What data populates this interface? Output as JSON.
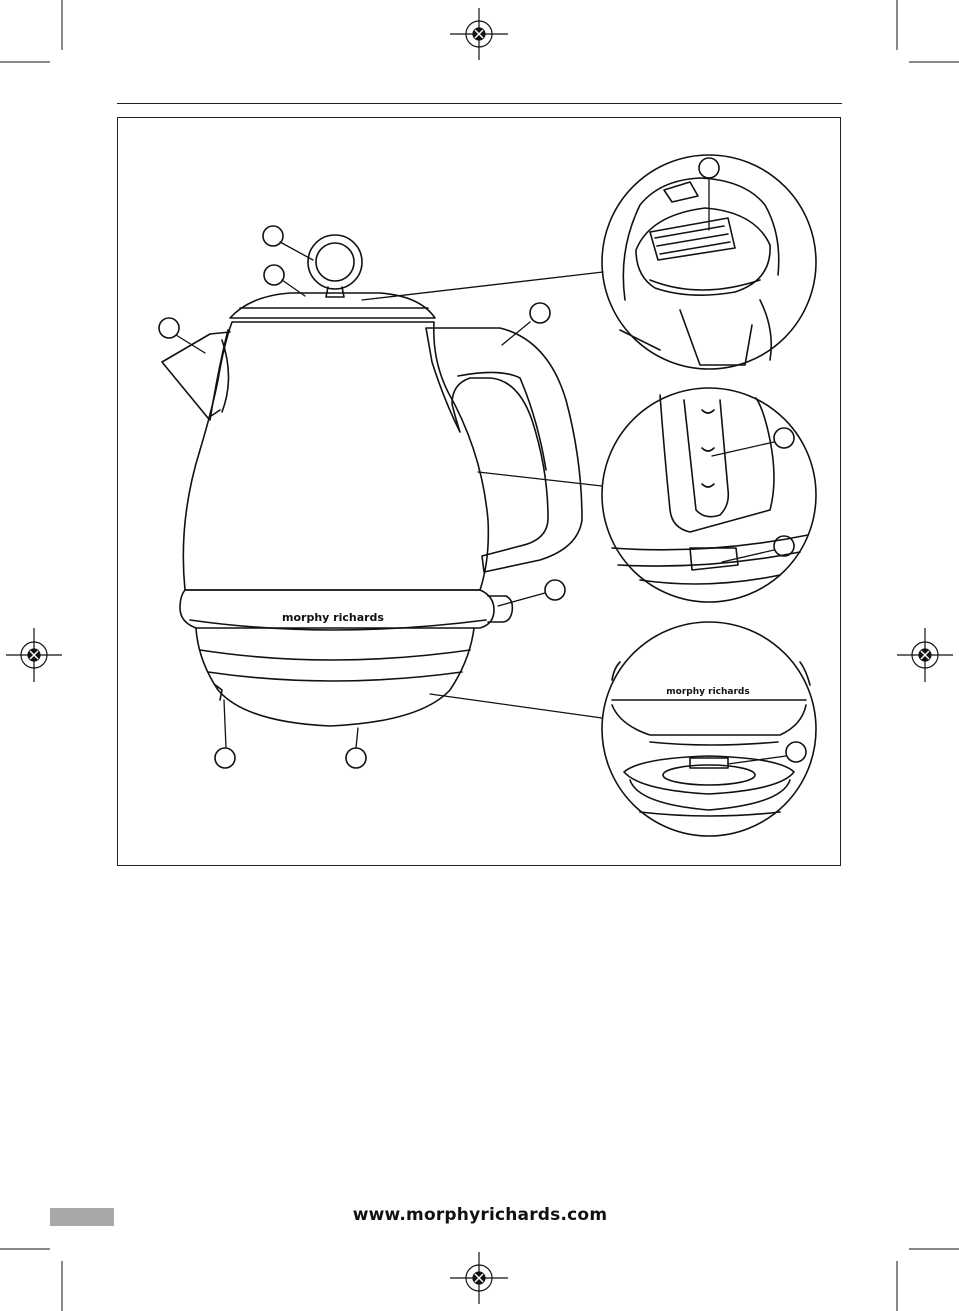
{
  "brand": {
    "logo_text": "morphy richards",
    "logo_text_inset": "morphy richards"
  },
  "footer": {
    "url": "www.morphyrichards.com"
  },
  "figure": {
    "callout_count": 12,
    "callout_labels_printed": false
  }
}
